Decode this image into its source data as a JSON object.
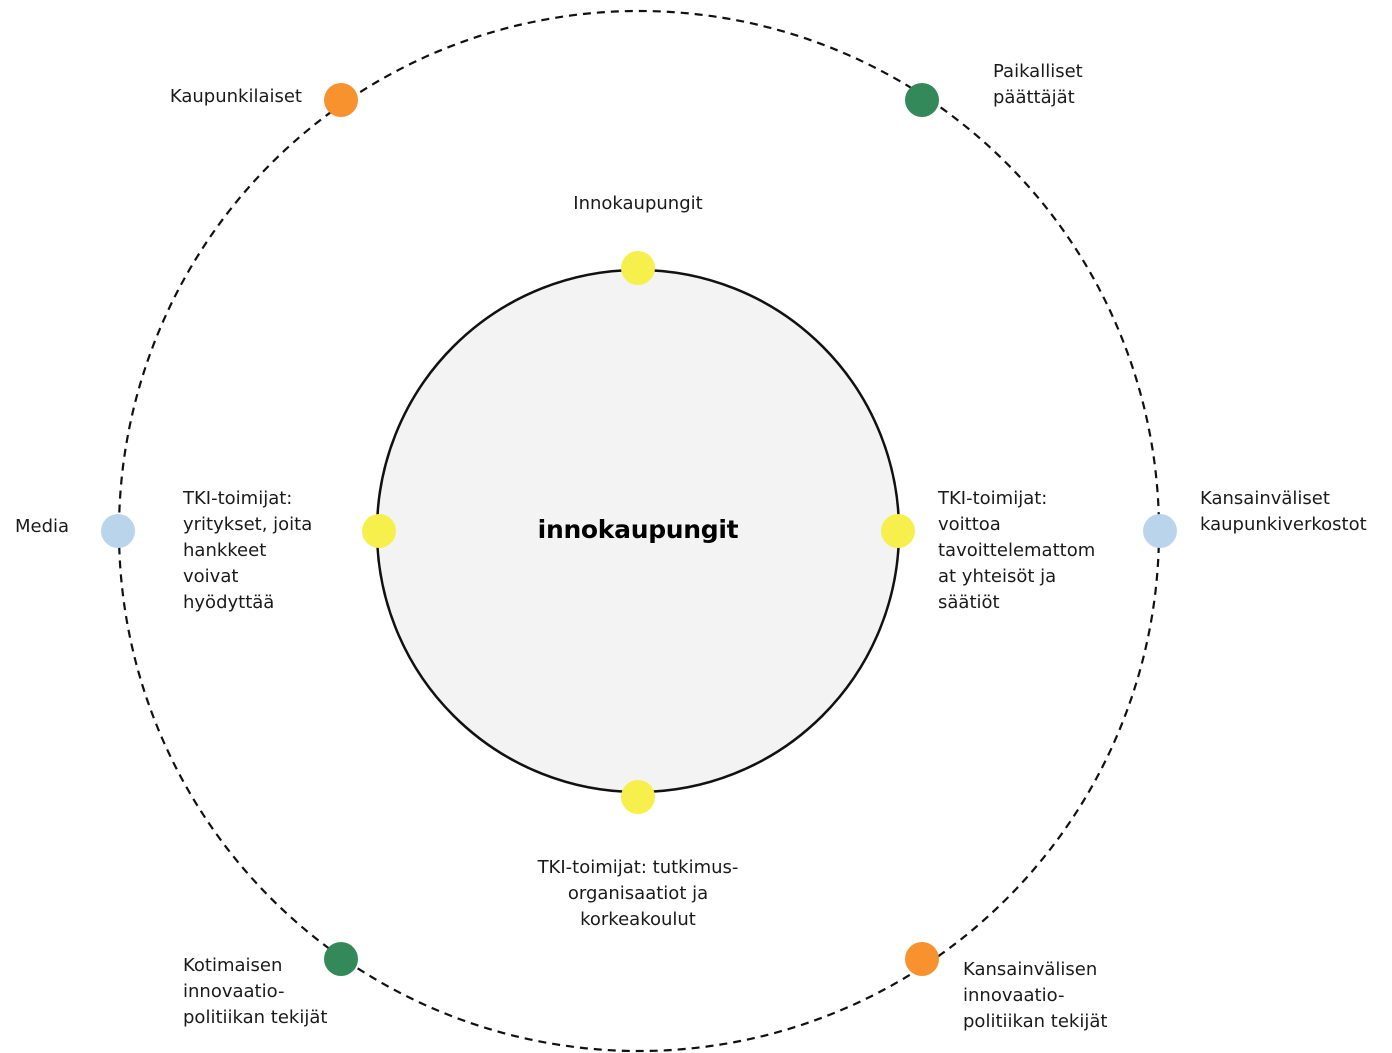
{
  "colors": {
    "outer_ring_stroke": "#111111",
    "inner_ring_stroke": "#111111",
    "inner_ring_fill": "#f2f3f2"
  },
  "center_logo": "innokaupungit",
  "inner_ring": [
    {
      "label": "Innokaupungit",
      "color": "#f7ef4b"
    },
    {
      "label": "TKI-toimijat:\nyritykset, joita\nhankkeet\nvoivat\nhyödyttää",
      "color": "#f7ef4b"
    },
    {
      "label": "TKI-toimijat:\nvoittoa\ntavoittelemattom\nat yhteisöt ja\nsäätiöt",
      "color": "#f7ef4b"
    },
    {
      "label": "TKI-toimijat: tutkimus-\norganisaatiot ja\nkorkeakoulut",
      "color": "#f7ef4b"
    }
  ],
  "outer_ring": [
    {
      "label": "Kaupunkilaiset",
      "color": "#f7922f"
    },
    {
      "label": "Paikalliset\npäättäjät",
      "color": "#33895a"
    },
    {
      "label": "Media",
      "color": "#bad4ec"
    },
    {
      "label": "Kansainväliset\nkaupunkiverkostot",
      "color": "#bad4ec"
    },
    {
      "label": "Kotimaisen\ninnovaatio-\npolitiikan tekijät",
      "color": "#33895a"
    },
    {
      "label": "Kansainvälisen\ninnovaatio-\npolitiikan tekijät",
      "color": "#f7922f"
    }
  ]
}
